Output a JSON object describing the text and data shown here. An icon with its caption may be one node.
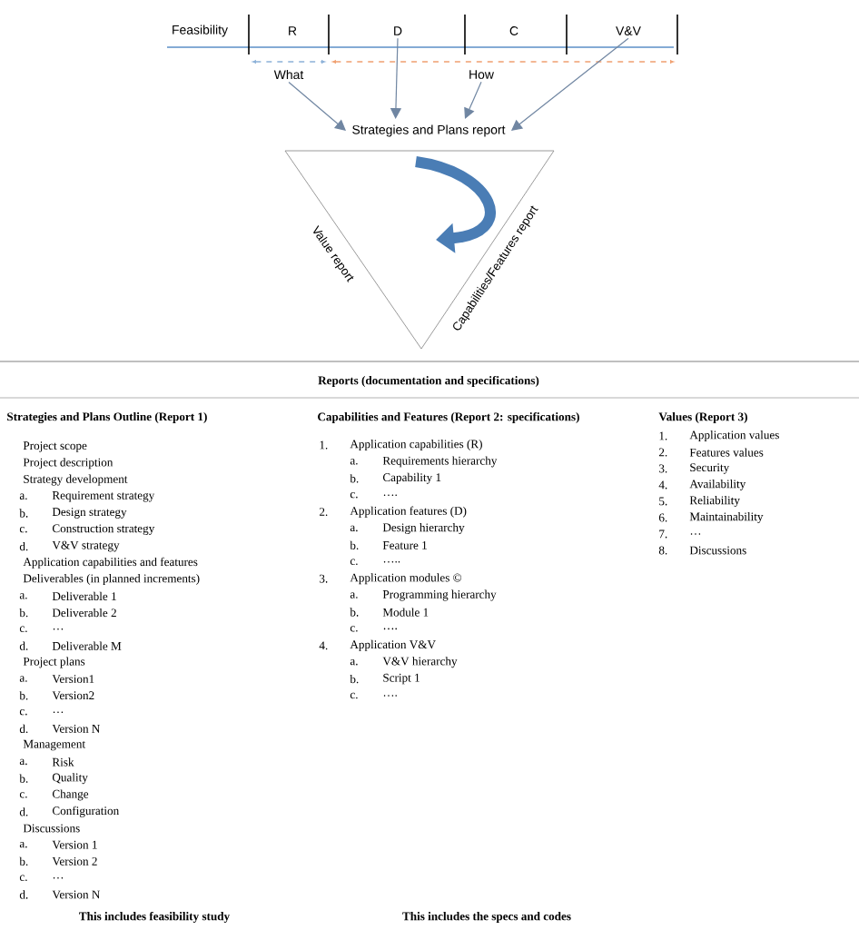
{
  "diagram": {
    "nodes": [
      {
        "text": [
          "Feasibility"
        ]
      },
      {
        "text": [
          "R"
        ]
      },
      {
        "text": [
          "D"
        ]
      },
      {
        "text": [
          "C"
        ]
      },
      {
        "text": [
          "V&V"
        ]
      },
      {
        "text": [
          "What"
        ]
      },
      {
        "text": [
          "How"
        ]
      },
      {
        "text": [
          "Strategies and Plans report"
        ]
      }
    ],
    "edges": [
      {
        "from": 5,
        "to": 7,
        "arrow": "to"
      },
      {
        "from": 2,
        "to": 7,
        "arrow": "to"
      },
      {
        "from": 6,
        "to": 7,
        "arrow": "to"
      },
      {
        "from": 4,
        "to": 7,
        "arrow": "to"
      }
    ],
    "labels": [
      "Value report",
      "Capabilities/Features report",
      "Reports (documentation and specifications)",
      "Strategies and Plans Outline (Report 1)",
      "Capabilities and Features (Report 2: specifications)",
      "Values (Report 3)",
      "Project scope",
      "Project description",
      "Strategy development",
      "a.",
      "Requirement strategy",
      "b.",
      "Design strategy",
      "c.",
      "Construction strategy",
      "d.",
      "V&V strategy",
      "Application capabilities and features",
      "Deliverables (in planned increments)",
      "a.",
      "Deliverable 1",
      "b.",
      "Deliverable 2",
      "c.",
      "…",
      "d.",
      "Deliverable M",
      "Project plans",
      "a.",
      "Version1",
      "b.",
      "Version2",
      "c.",
      "…",
      "d.",
      "Version N",
      "Management",
      "a.",
      "Risk",
      "b.",
      "Quality",
      "c.",
      "Change",
      "d.",
      "Configuration",
      "Discussions",
      "a.",
      "Version 1",
      "b.",
      "Version 2",
      "c.",
      "…",
      "d.",
      "Version N",
      "1.",
      "Application capabilities (R)",
      "a.",
      "Requirements hierarchy",
      "b.",
      "Capability 1",
      "c.",
      "….",
      "2.",
      "Application features (D)",
      "a.",
      "Design hierarchy",
      "b.",
      "Feature 1",
      "c.",
      "…..",
      "3.",
      "Application modules ©",
      "a.",
      "Programming hierarchy",
      "b.",
      "Module 1",
      "c.",
      "….",
      "4.",
      "Application V&V",
      "a.",
      "V&V hierarchy",
      "b.",
      "Script 1",
      "c.",
      "….",
      "1.",
      "Application values",
      "2.",
      "Features values",
      "3.",
      "Security",
      "4.",
      "Availability",
      "5.",
      "Reliability",
      "6.",
      "Maintainability",
      "7.",
      "…",
      "8.",
      "Discussions",
      "This includes feasibility study",
      "This includes the specs and codes"
    ]
  }
}
